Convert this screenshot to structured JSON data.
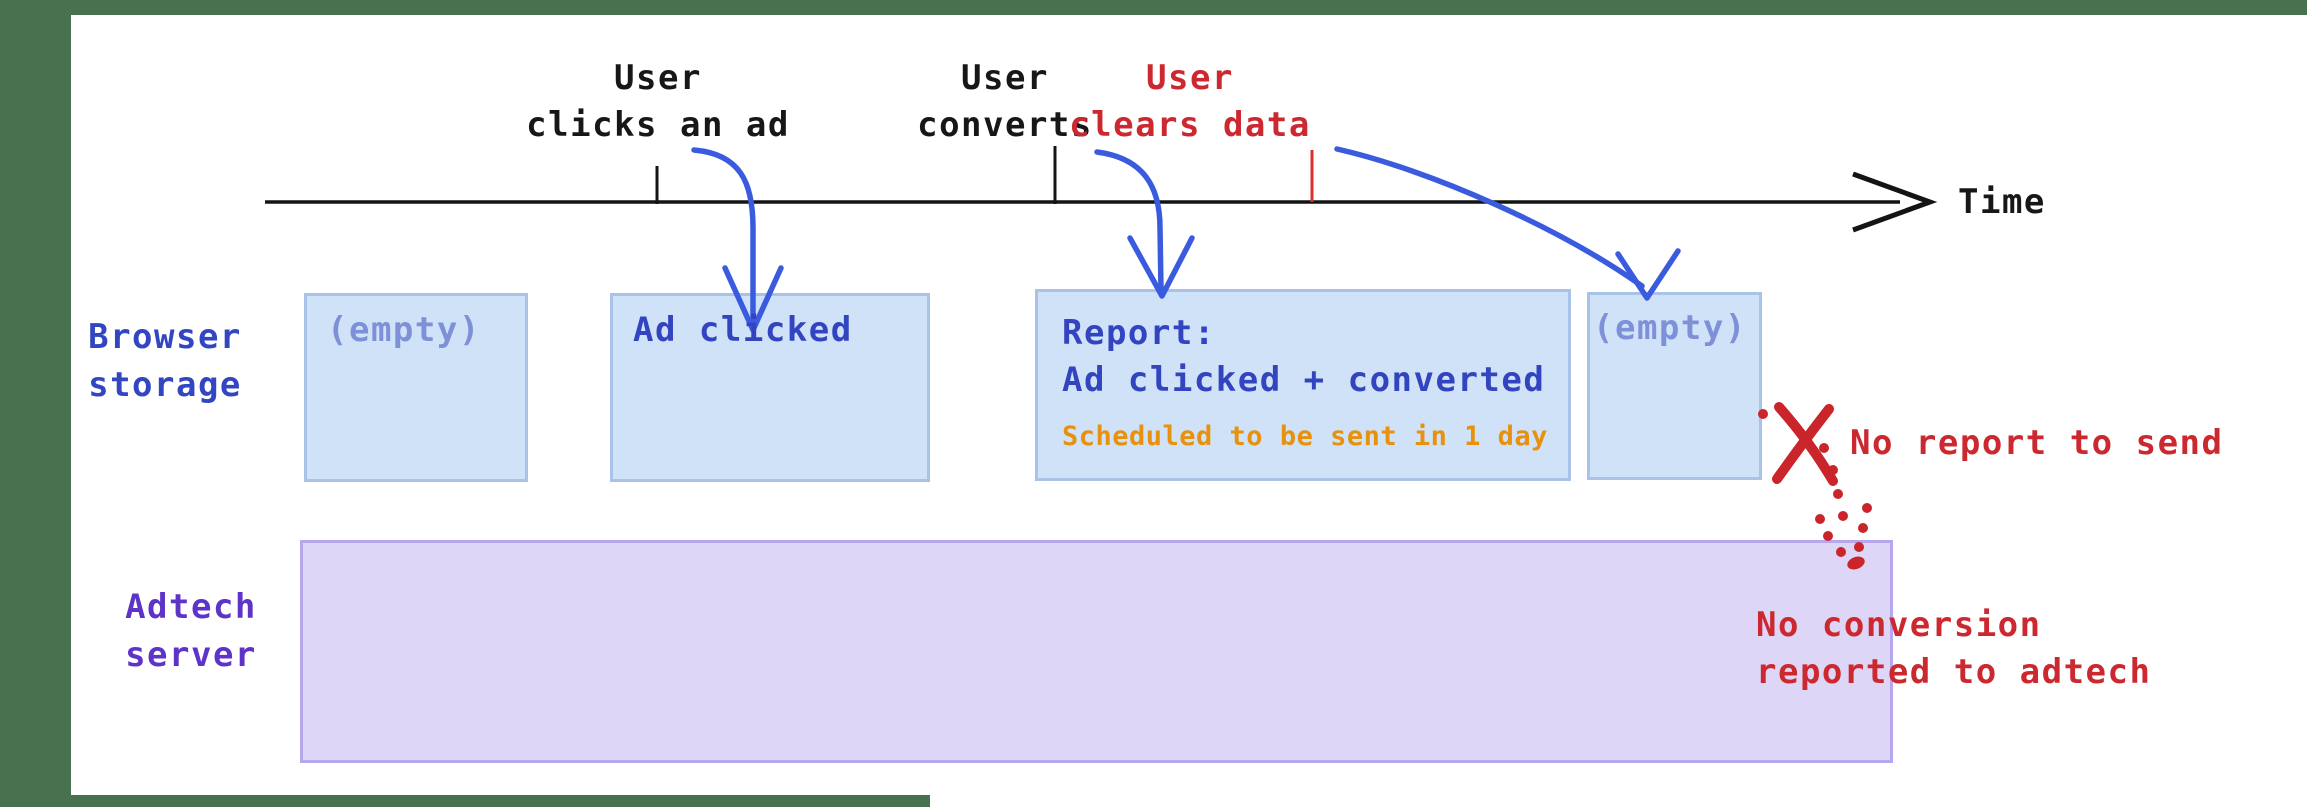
{
  "title": "Attribution report cleared-data timeline diagram",
  "colors": {
    "background_green": "#47714F",
    "canvas_white": "#FFFFFF",
    "timeline_black": "#141414",
    "arrow_blue": "#3B5BDF",
    "alert_red": "#CC2830",
    "label_blue": "#3346C1",
    "box_text_blue": "#3244BF",
    "empty_text_periwinkle": "#7E90D8",
    "adtech_violet": "#5E34C8",
    "note_orange": "#E8910D",
    "blue_box_fill": "#CFE2F7",
    "blue_box_border": "#A9C3E8",
    "purple_box_fill": "#DDD6F6",
    "purple_box_border": "#B7A7EE"
  },
  "icons": {
    "timeline_arrow": "arrow-right-icon",
    "event_arrow": "curved-arrow-down-icon",
    "failure_cross": "x-mark-icon",
    "dotted_arrow": "dotted-arrow-down-icon"
  },
  "timeline": {
    "axis_label": "Time",
    "events": [
      {
        "line1": "User",
        "line2": "clicks an ad",
        "color": "black"
      },
      {
        "line1": "User",
        "line2": "converts",
        "color": "black"
      },
      {
        "line1": "User",
        "line2": "clears data",
        "color": "red"
      }
    ]
  },
  "browser_row": {
    "label_line1": "Browser",
    "label_line2": "storage",
    "boxes": {
      "empty1": "(empty)",
      "clicked": "Ad clicked",
      "report_line1": "Report:",
      "report_line2": "Ad clicked + converted",
      "report_note": "Scheduled to be sent in 1 day",
      "empty2": "(empty)"
    }
  },
  "adtech_row": {
    "label_line1": "Adtech",
    "label_line2": "server"
  },
  "annotations": {
    "no_report": "No report to send",
    "no_conversion_line1": "No conversion",
    "no_conversion_line2": "reported to adtech"
  }
}
